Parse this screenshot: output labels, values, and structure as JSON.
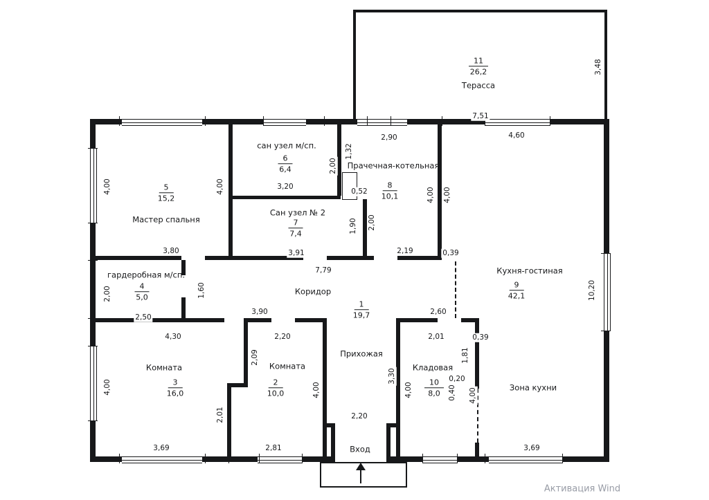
{
  "watermark": "Активация Wind",
  "entrance": {
    "label": "Вход"
  },
  "rooms": [
    {
      "id": "terrace",
      "number": "11",
      "area": "26,2",
      "name": "Терасса"
    },
    {
      "id": "master",
      "number": "5",
      "area": "15,2",
      "name": "Мастер спальня"
    },
    {
      "id": "san1",
      "number": "6",
      "area": "6,4",
      "name": "сан узел м/сп."
    },
    {
      "id": "laundry",
      "number": "8",
      "area": "10,1",
      "name": "Прачечная-котельная"
    },
    {
      "id": "san2",
      "number": "7",
      "area": "7,4",
      "name": "Сан узел № 2"
    },
    {
      "id": "kitchen",
      "number": "9",
      "area": "42,1",
      "name": "Кухня-гостиная",
      "zone": "Зона кухни"
    },
    {
      "id": "wardrobe",
      "number": "4",
      "area": "5,0",
      "name": "гардеробная м/сп."
    },
    {
      "id": "corridor",
      "number": "1",
      "area": "19,7",
      "name": "Коридор",
      "hall": "Прихожая"
    },
    {
      "id": "room3",
      "number": "3",
      "area": "16,0",
      "name": "Комната"
    },
    {
      "id": "room2",
      "number": "2",
      "area": "10,0",
      "name": "Комната"
    },
    {
      "id": "storage",
      "number": "10",
      "area": "8,0",
      "name": "Кладовая"
    }
  ],
  "dims": [
    "3,48",
    "7,51",
    "2,90",
    "4,60",
    "1,32",
    "2,00",
    "3,20",
    "0,52",
    "4,00",
    "4,00",
    "4,00",
    "1,90",
    "2,00",
    "3,80",
    "3,91",
    "2,19",
    "0,39",
    "7,79",
    "1,60",
    "2,00",
    "2,50",
    "3,90",
    "2,60",
    "4,30",
    "2,20",
    "2,01",
    "0,39",
    "2,09",
    "1,81",
    "10,20",
    "4,00",
    "4,00",
    "2,01",
    "4,00",
    "3,30",
    "4,00",
    "0,20",
    "0,40",
    "4,00",
    "3,69",
    "2,81",
    "2,20",
    "3,69"
  ]
}
